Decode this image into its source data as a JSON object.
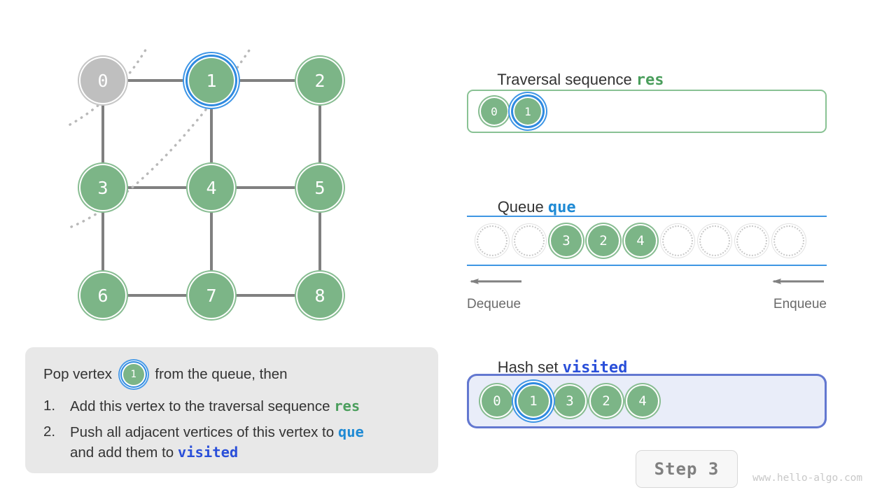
{
  "graph": {
    "nodes": [
      {
        "id": "0",
        "label": "0",
        "state": "dequeued",
        "col": 0,
        "row": 0
      },
      {
        "id": "1",
        "label": "1",
        "state": "highlighted",
        "col": 1,
        "row": 0
      },
      {
        "id": "2",
        "label": "2",
        "state": "visited",
        "col": 2,
        "row": 0
      },
      {
        "id": "3",
        "label": "3",
        "state": "visited",
        "col": 0,
        "row": 1
      },
      {
        "id": "4",
        "label": "4",
        "state": "visited",
        "col": 1,
        "row": 1
      },
      {
        "id": "5",
        "label": "5",
        "state": "visited",
        "col": 2,
        "row": 1
      },
      {
        "id": "6",
        "label": "6",
        "state": "visited",
        "col": 0,
        "row": 2
      },
      {
        "id": "7",
        "label": "7",
        "state": "visited",
        "col": 1,
        "row": 2
      },
      {
        "id": "8",
        "label": "8",
        "state": "visited",
        "col": 2,
        "row": 2
      }
    ],
    "edges": [
      [
        "0",
        "1"
      ],
      [
        "1",
        "2"
      ],
      [
        "3",
        "4"
      ],
      [
        "4",
        "5"
      ],
      [
        "6",
        "7"
      ],
      [
        "7",
        "8"
      ],
      [
        "0",
        "3"
      ],
      [
        "1",
        "4"
      ],
      [
        "2",
        "5"
      ],
      [
        "3",
        "6"
      ],
      [
        "4",
        "7"
      ],
      [
        "5",
        "8"
      ]
    ]
  },
  "instruction": {
    "lead_before": "Pop vertex ",
    "lead_vertex": "1",
    "lead_after": " from the queue, then",
    "steps": [
      {
        "num": "1.",
        "parts": [
          {
            "text": "Add this vertex to the traversal sequence ",
            "style": "plain"
          },
          {
            "text": "res",
            "style": "res"
          }
        ]
      },
      {
        "num": "2.",
        "parts": [
          {
            "text": "Push all adjacent vertices of this vertex to ",
            "style": "plain"
          },
          {
            "text": "que",
            "style": "que"
          },
          {
            "text": "\nand add them to ",
            "style": "plain"
          },
          {
            "text": "visited",
            "style": "visited"
          }
        ]
      }
    ]
  },
  "res_section": {
    "title_plain": "Traversal sequence ",
    "title_code": "res",
    "items": [
      {
        "label": "0",
        "highlighted": false
      },
      {
        "label": "1",
        "highlighted": true
      }
    ]
  },
  "queue_section": {
    "title_plain": "Queue ",
    "title_code": "que",
    "capacity": 9,
    "slots": [
      {
        "label": "",
        "filled": false
      },
      {
        "label": "",
        "filled": false
      },
      {
        "label": "3",
        "filled": true
      },
      {
        "label": "2",
        "filled": true
      },
      {
        "label": "4",
        "filled": true
      },
      {
        "label": "",
        "filled": false
      },
      {
        "label": "",
        "filled": false
      },
      {
        "label": "",
        "filled": false
      },
      {
        "label": "",
        "filled": false
      }
    ],
    "dequeue_label": "Dequeue",
    "enqueue_label": "Enqueue"
  },
  "hash_section": {
    "title_plain": "Hash set ",
    "title_code": "visited",
    "items": [
      {
        "label": "0",
        "highlighted": false
      },
      {
        "label": "1",
        "highlighted": true
      },
      {
        "label": "3",
        "highlighted": false
      },
      {
        "label": "2",
        "highlighted": false
      },
      {
        "label": "4",
        "highlighted": false
      }
    ]
  },
  "step_badge": "Step 3",
  "watermark": "www.hello-algo.com",
  "colors": {
    "node_green": "#7cb587",
    "node_gray": "#bfbfbf",
    "highlight_blue": "#2f8ae0",
    "res_green": "#4a9e5c",
    "que_blue": "#1f8ad4",
    "visited_indigo": "#2a4fd9",
    "hash_bg": "#e9edf9",
    "hash_border": "#6378d0",
    "panel_gray": "#e8e8e8"
  }
}
